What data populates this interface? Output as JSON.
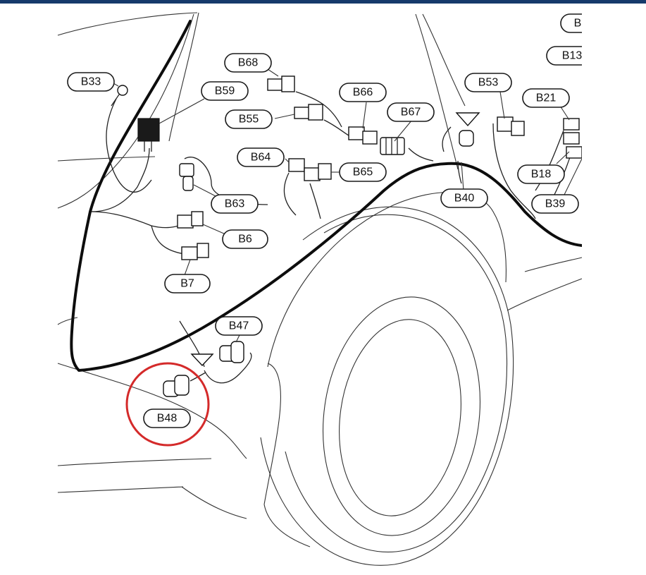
{
  "colors": {
    "top_bar": "#163a6b",
    "highlight": "#d42a2a",
    "line": "#1a1a1a"
  },
  "highlighted_connector": "B48",
  "connectors": [
    {
      "id": "b33",
      "label": "B33"
    },
    {
      "id": "b59",
      "label": "B59"
    },
    {
      "id": "b68",
      "label": "B68"
    },
    {
      "id": "b55",
      "label": "B55"
    },
    {
      "id": "b66",
      "label": "B66"
    },
    {
      "id": "b67",
      "label": "B67"
    },
    {
      "id": "b53",
      "label": "B53"
    },
    {
      "id": "b21",
      "label": "B21"
    },
    {
      "id": "b64",
      "label": "B64"
    },
    {
      "id": "b65",
      "label": "B65"
    },
    {
      "id": "b40",
      "label": "B40"
    },
    {
      "id": "b18",
      "label": "B18"
    },
    {
      "id": "b39",
      "label": "B39"
    },
    {
      "id": "b63",
      "label": "B63"
    },
    {
      "id": "b6",
      "label": "B6"
    },
    {
      "id": "b7",
      "label": "B7"
    },
    {
      "id": "b47",
      "label": "B47"
    },
    {
      "id": "b48",
      "label": "B48"
    },
    {
      "id": "b13",
      "label": "B13"
    },
    {
      "id": "b_top",
      "label": "B"
    }
  ]
}
